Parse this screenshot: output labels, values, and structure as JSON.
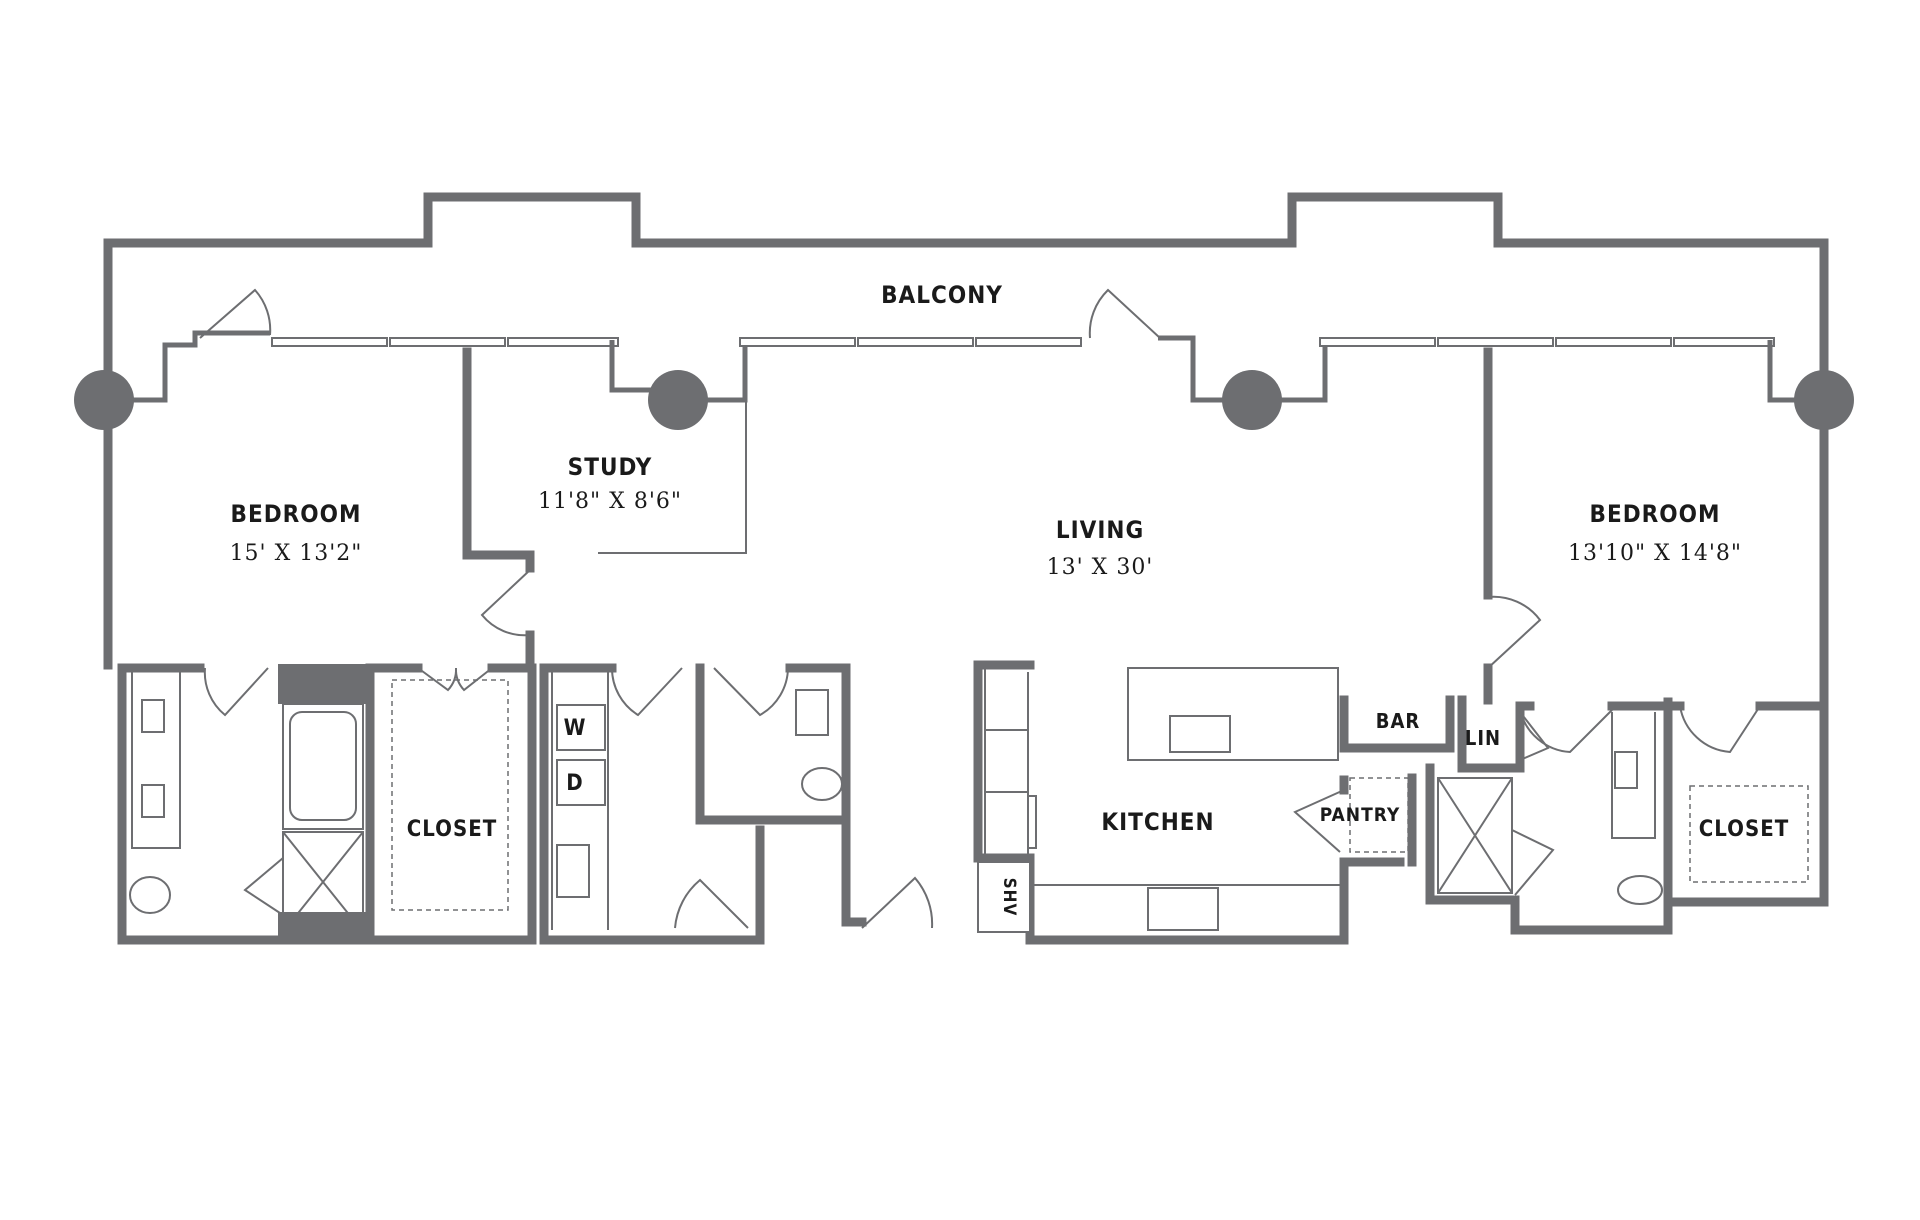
{
  "rooms": {
    "balcony": {
      "label": "BALCONY"
    },
    "bedroom_left": {
      "label": "BEDROOM",
      "dims": "15' X 13'2\""
    },
    "study": {
      "label": "STUDY",
      "dims": "11'8\" X 8'6\""
    },
    "living": {
      "label": "LIVING",
      "dims": "13' X 30'"
    },
    "bedroom_right": {
      "label": "BEDROOM",
      "dims": "13'10\" X 14'8\""
    },
    "closet_left": {
      "label": "CLOSET"
    },
    "closet_right": {
      "label": "CLOSET"
    },
    "kitchen": {
      "label": "KITCHEN"
    },
    "pantry": {
      "label": "PANTRY"
    },
    "bar": {
      "label": "BAR"
    },
    "linen": {
      "label": "LIN"
    },
    "washer": {
      "label": "W"
    },
    "dryer": {
      "label": "D"
    },
    "shelves": {
      "label": "SHV"
    }
  },
  "colors": {
    "wall": "#6d6e71",
    "text": "#1a1a1a",
    "background": "#ffffff"
  }
}
